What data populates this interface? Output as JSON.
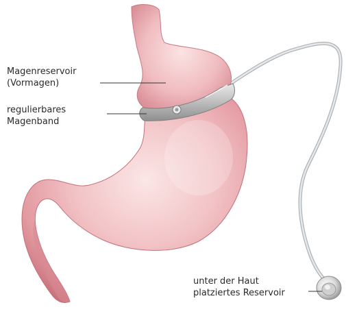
{
  "labels": {
    "reservoir_stomach": [
      "Magenreservoir",
      "(Vormagen)"
    ],
    "band": [
      "regulierbares",
      "Magenband"
    ],
    "port": [
      "unter der Haut",
      "platziertes Reservoir"
    ]
  },
  "colors": {
    "stomach_light": "#f6d6d7",
    "stomach_mid": "#e7a1a6",
    "stomach_dark": "#bf6a73",
    "band": "#b9b9b9",
    "tube": "#cfd3d6",
    "leader_line": "#333333"
  },
  "icons": [
    "gastric-band-diagram",
    "access-port-icon"
  ]
}
